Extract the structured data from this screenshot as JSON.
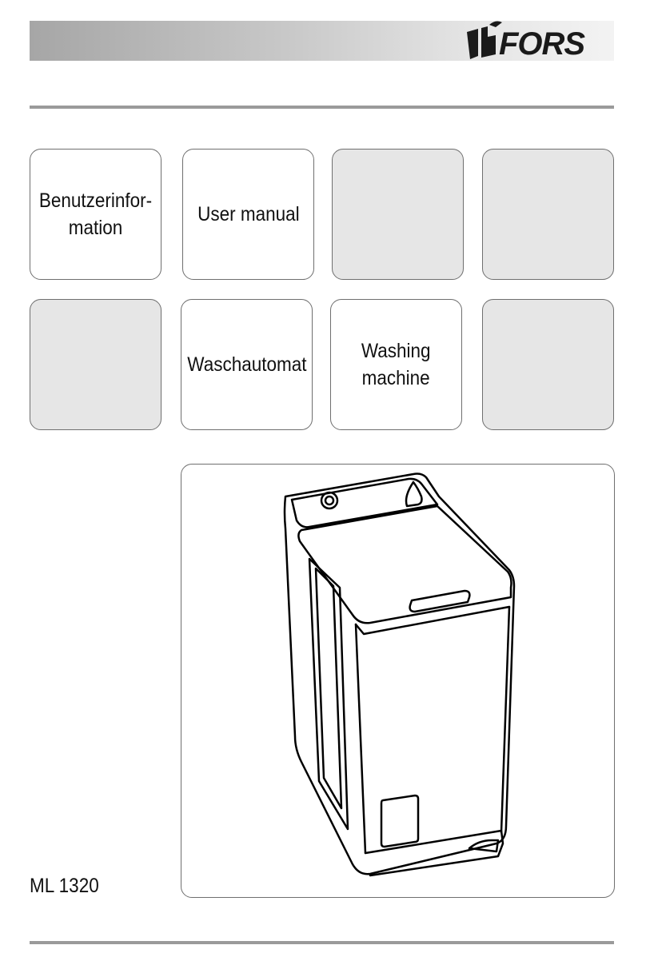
{
  "header": {
    "brand": "FORS"
  },
  "tiles": [
    {
      "label": "Benutzerinfor-\nmation"
    },
    {
      "label": "User manual"
    },
    {
      "label": ""
    },
    {
      "label": ""
    },
    {
      "label": ""
    },
    {
      "label": "Waschautomat"
    },
    {
      "label": "Washing\nmachine"
    },
    {
      "label": ""
    }
  ],
  "product": {
    "model": "ML 1320"
  },
  "colors": {
    "tile_grey": "#e6e6e6",
    "rule": "#9a9a9a",
    "logo": "#1a1a1a"
  }
}
